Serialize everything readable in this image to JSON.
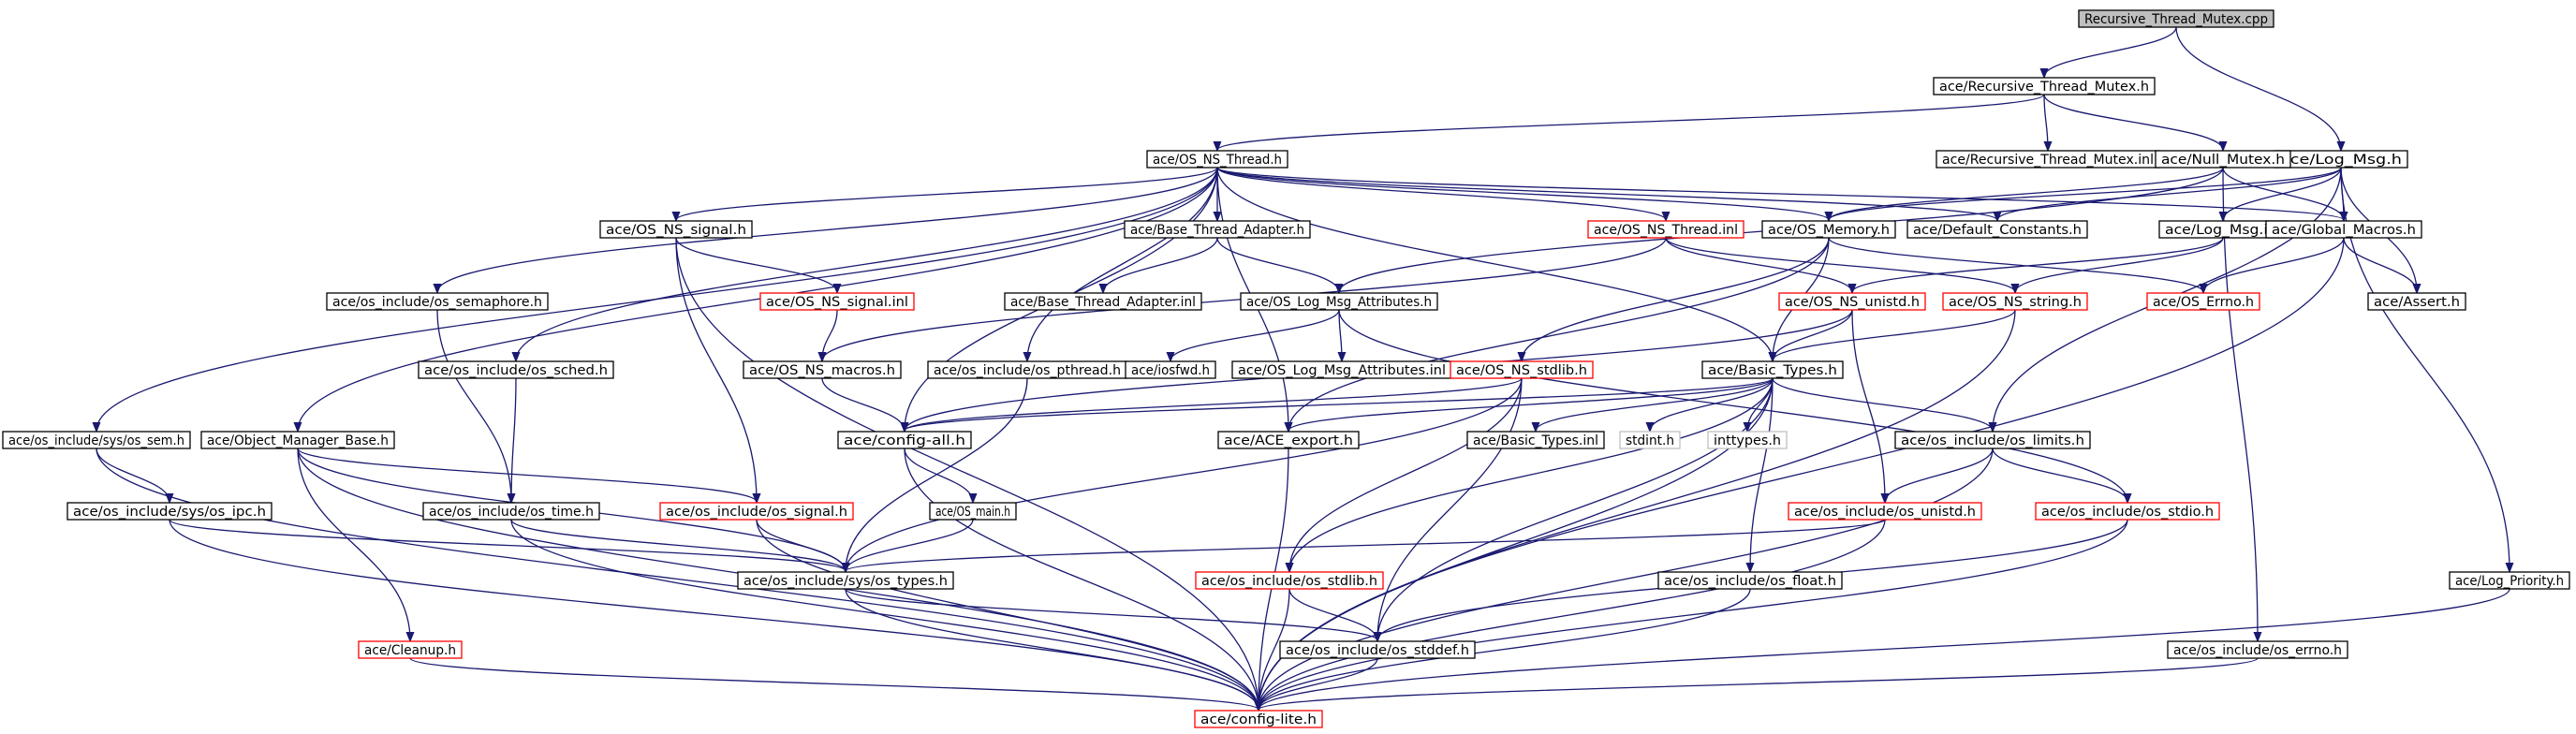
{
  "graph": {
    "title": "Recursive_Thread_Mutex.cpp",
    "colors": {
      "edge": "#191970",
      "node_border": "#000000",
      "missing_border": "#ff0000",
      "external_border": "#bfbfbf",
      "root_fill": "#bfbfbf",
      "node_fill": "#ffffff"
    },
    "nodes": [
      {
        "id": "root",
        "label": "Recursive_Thread_Mutex.cpp",
        "kind": "root"
      },
      {
        "id": "rtm_h",
        "label": "ace/Recursive_Thread_Mutex.h",
        "kind": "normal"
      },
      {
        "id": "log_msg_h",
        "label": "ace/Log_Msg.h",
        "kind": "normal"
      },
      {
        "id": "os_ns_thread_h",
        "label": "ace/OS_NS_Thread.h",
        "kind": "normal"
      },
      {
        "id": "rtm_inl",
        "label": "ace/Recursive_Thread_Mutex.inl",
        "kind": "normal"
      },
      {
        "id": "null_mutex_h",
        "label": "ace/Null_Mutex.h",
        "kind": "normal"
      },
      {
        "id": "os_ns_signal_h",
        "label": "ace/OS_NS_signal.h",
        "kind": "normal"
      },
      {
        "id": "base_thread_adapter_h",
        "label": "ace/Base_Thread_Adapter.h",
        "kind": "normal"
      },
      {
        "id": "os_ns_thread_inl",
        "label": "ace/OS_NS_Thread.inl",
        "kind": "missing"
      },
      {
        "id": "os_memory_h",
        "label": "ace/OS_Memory.h",
        "kind": "normal"
      },
      {
        "id": "default_constants_h",
        "label": "ace/Default_Constants.h",
        "kind": "normal"
      },
      {
        "id": "log_msg_inl",
        "label": "ace/Log_Msg.inl",
        "kind": "normal"
      },
      {
        "id": "global_macros_h",
        "label": "ace/Global_Macros.h",
        "kind": "normal"
      },
      {
        "id": "os_semaphore_h",
        "label": "ace/os_include/os_semaphore.h",
        "kind": "normal"
      },
      {
        "id": "os_ns_signal_inl",
        "label": "ace/OS_NS_signal.inl",
        "kind": "missing"
      },
      {
        "id": "base_thread_adapter_inl",
        "label": "ace/Base_Thread_Adapter.inl",
        "kind": "normal"
      },
      {
        "id": "os_log_msg_attributes_h",
        "label": "ace/OS_Log_Msg_Attributes.h",
        "kind": "normal"
      },
      {
        "id": "os_ns_unistd_h",
        "label": "ace/OS_NS_unistd.h",
        "kind": "missing"
      },
      {
        "id": "os_ns_string_h",
        "label": "ace/OS_NS_string.h",
        "kind": "missing"
      },
      {
        "id": "os_errno_ace_h",
        "label": "ace/OS_Errno.h",
        "kind": "missing"
      },
      {
        "id": "assert_h",
        "label": "ace/Assert.h",
        "kind": "normal"
      },
      {
        "id": "os_sched_h",
        "label": "ace/os_include/os_sched.h",
        "kind": "normal"
      },
      {
        "id": "os_ns_macros_h",
        "label": "ace/OS_NS_macros.h",
        "kind": "normal"
      },
      {
        "id": "os_pthread_h",
        "label": "ace/os_include/os_pthread.h",
        "kind": "normal"
      },
      {
        "id": "iosfwd_h",
        "label": "ace/iosfwd.h",
        "kind": "normal"
      },
      {
        "id": "os_log_msg_attributes_inl",
        "label": "ace/OS_Log_Msg_Attributes.inl",
        "kind": "normal"
      },
      {
        "id": "os_ns_stdlib_h",
        "label": "ace/OS_NS_stdlib.h",
        "kind": "missing"
      },
      {
        "id": "basic_types_h",
        "label": "ace/Basic_Types.h",
        "kind": "normal"
      },
      {
        "id": "sys_os_sem_h",
        "label": "ace/os_include/sys/os_sem.h",
        "kind": "normal"
      },
      {
        "id": "object_manager_base_h",
        "label": "ace/Object_Manager_Base.h",
        "kind": "normal"
      },
      {
        "id": "config_all_h",
        "label": "ace/config-all.h",
        "kind": "normal"
      },
      {
        "id": "ace_export_h",
        "label": "ace/ACE_export.h",
        "kind": "normal"
      },
      {
        "id": "basic_types_inl",
        "label": "ace/Basic_Types.inl",
        "kind": "normal"
      },
      {
        "id": "stdint_h",
        "label": "stdint.h",
        "kind": "external"
      },
      {
        "id": "inttypes_h",
        "label": "inttypes.h",
        "kind": "external"
      },
      {
        "id": "os_limits_h",
        "label": "ace/os_include/os_limits.h",
        "kind": "normal"
      },
      {
        "id": "sys_os_ipc_h",
        "label": "ace/os_include/sys/os_ipc.h",
        "kind": "normal"
      },
      {
        "id": "os_time_h",
        "label": "ace/os_include/os_time.h",
        "kind": "normal"
      },
      {
        "id": "os_signal_h",
        "label": "ace/os_include/os_signal.h",
        "kind": "missing"
      },
      {
        "id": "os_main_h",
        "label": "ace/OS_main.h",
        "kind": "normal"
      },
      {
        "id": "os_unistd_h",
        "label": "ace/os_include/os_unistd.h",
        "kind": "missing"
      },
      {
        "id": "os_stdio_h",
        "label": "ace/os_include/os_stdio.h",
        "kind": "missing"
      },
      {
        "id": "sys_os_types_h",
        "label": "ace/os_include/sys/os_types.h",
        "kind": "normal"
      },
      {
        "id": "os_stdlib_h",
        "label": "ace/os_include/os_stdlib.h",
        "kind": "missing"
      },
      {
        "id": "os_float_h",
        "label": "ace/os_include/os_float.h",
        "kind": "normal"
      },
      {
        "id": "log_priority_h",
        "label": "ace/Log_Priority.h",
        "kind": "normal"
      },
      {
        "id": "cleanup_h",
        "label": "ace/Cleanup.h",
        "kind": "missing"
      },
      {
        "id": "os_stddef_h",
        "label": "ace/os_include/os_stddef.h",
        "kind": "normal"
      },
      {
        "id": "os_errno_h",
        "label": "ace/os_include/os_errno.h",
        "kind": "normal"
      },
      {
        "id": "config_lite_h",
        "label": "ace/config-lite.h",
        "kind": "missing"
      }
    ],
    "edges": [
      [
        "root",
        "rtm_h"
      ],
      [
        "root",
        "log_msg_h"
      ],
      [
        "rtm_h",
        "os_ns_thread_h"
      ],
      [
        "rtm_h",
        "rtm_inl"
      ],
      [
        "rtm_h",
        "null_mutex_h"
      ],
      [
        "null_mutex_h",
        "os_memory_h"
      ],
      [
        "null_mutex_h",
        "global_macros_h"
      ],
      [
        "null_mutex_h",
        "os_log_msg_attributes_h"
      ],
      [
        "null_mutex_h",
        "os_errno_h"
      ],
      [
        "log_msg_h",
        "os_memory_h"
      ],
      [
        "log_msg_h",
        "default_constants_h"
      ],
      [
        "log_msg_h",
        "log_msg_inl"
      ],
      [
        "log_msg_h",
        "global_macros_h"
      ],
      [
        "log_msg_h",
        "assert_h"
      ],
      [
        "log_msg_h",
        "log_priority_h"
      ],
      [
        "log_msg_h",
        "os_limits_h"
      ],
      [
        "os_ns_thread_h",
        "os_ns_signal_h"
      ],
      [
        "os_ns_thread_h",
        "base_thread_adapter_h"
      ],
      [
        "os_ns_thread_h",
        "os_ns_thread_inl"
      ],
      [
        "os_ns_thread_h",
        "os_memory_h"
      ],
      [
        "os_ns_thread_h",
        "default_constants_h"
      ],
      [
        "os_ns_thread_h",
        "global_macros_h"
      ],
      [
        "os_ns_thread_h",
        "os_semaphore_h"
      ],
      [
        "os_ns_thread_h",
        "os_sched_h"
      ],
      [
        "os_ns_thread_h",
        "os_pthread_h"
      ],
      [
        "os_ns_thread_h",
        "sys_os_sem_h"
      ],
      [
        "os_ns_thread_h",
        "object_manager_base_h"
      ],
      [
        "os_ns_thread_h",
        "config_all_h"
      ],
      [
        "os_ns_thread_h",
        "basic_types_h"
      ],
      [
        "os_ns_thread_h",
        "ace_export_h"
      ],
      [
        "os_ns_signal_h",
        "os_ns_signal_inl"
      ],
      [
        "os_ns_signal_h",
        "os_signal_h"
      ],
      [
        "os_ns_signal_h",
        "config_lite_h"
      ],
      [
        "os_ns_signal_inl",
        "os_ns_macros_h"
      ],
      [
        "base_thread_adapter_h",
        "base_thread_adapter_inl"
      ],
      [
        "base_thread_adapter_h",
        "os_log_msg_attributes_h"
      ],
      [
        "os_ns_thread_inl",
        "os_ns_macros_h"
      ],
      [
        "os_ns_thread_inl",
        "os_ns_unistd_h"
      ],
      [
        "os_ns_thread_inl",
        "os_ns_string_h"
      ],
      [
        "os_memory_h",
        "os_errno_ace_h"
      ],
      [
        "os_memory_h",
        "basic_types_h"
      ],
      [
        "os_memory_h",
        "os_ns_stdlib_h"
      ],
      [
        "os_memory_h",
        "ace_export_h"
      ],
      [
        "log_msg_inl",
        "os_ns_string_h"
      ],
      [
        "log_msg_inl",
        "os_ns_unistd_h"
      ],
      [
        "global_macros_h",
        "os_errno_ace_h"
      ],
      [
        "global_macros_h",
        "assert_h"
      ],
      [
        "global_macros_h",
        "config_lite_h"
      ],
      [
        "os_semaphore_h",
        "os_time_h"
      ],
      [
        "os_log_msg_attributes_h",
        "iosfwd_h"
      ],
      [
        "os_log_msg_attributes_h",
        "os_log_msg_attributes_inl"
      ],
      [
        "os_log_msg_attributes_h",
        "os_stdio_h"
      ],
      [
        "os_ns_unistd_h",
        "basic_types_h"
      ],
      [
        "os_ns_unistd_h",
        "os_unistd_h"
      ],
      [
        "os_ns_unistd_h",
        "config_all_h"
      ],
      [
        "os_ns_string_h",
        "basic_types_h"
      ],
      [
        "os_ns_string_h",
        "config_lite_h"
      ],
      [
        "os_sched_h",
        "os_time_h"
      ],
      [
        "os_ns_macros_h",
        "config_all_h"
      ],
      [
        "os_pthread_h",
        "sys_os_types_h"
      ],
      [
        "os_ns_stdlib_h",
        "config_all_h"
      ],
      [
        "os_ns_stdlib_h",
        "sys_os_types_h"
      ],
      [
        "os_ns_stdlib_h",
        "os_stdlib_h"
      ],
      [
        "os_ns_stdlib_h",
        "os_stddef_h"
      ],
      [
        "basic_types_h",
        "config_lite_h"
      ],
      [
        "basic_types_h",
        "basic_types_inl"
      ],
      [
        "basic_types_h",
        "stdint_h"
      ],
      [
        "basic_types_h",
        "inttypes_h"
      ],
      [
        "basic_types_h",
        "os_limits_h"
      ],
      [
        "basic_types_h",
        "os_float_h"
      ],
      [
        "basic_types_h",
        "os_stdlib_h"
      ],
      [
        "basic_types_h",
        "os_stddef_h"
      ],
      [
        "basic_types_h",
        "config_all_h"
      ],
      [
        "basic_types_h",
        "ace_export_h"
      ],
      [
        "sys_os_sem_h",
        "sys_os_ipc_h"
      ],
      [
        "sys_os_sem_h",
        "config_lite_h"
      ],
      [
        "object_manager_base_h",
        "os_signal_h"
      ],
      [
        "object_manager_base_h",
        "cleanup_h"
      ],
      [
        "object_manager_base_h",
        "sys_os_types_h"
      ],
      [
        "object_manager_base_h",
        "config_lite_h"
      ],
      [
        "config_all_h",
        "os_main_h"
      ],
      [
        "config_all_h",
        "config_lite_h"
      ],
      [
        "ace_export_h",
        "config_lite_h"
      ],
      [
        "os_limits_h",
        "os_unistd_h"
      ],
      [
        "os_limits_h",
        "os_stdio_h"
      ],
      [
        "os_limits_h",
        "config_lite_h"
      ],
      [
        "sys_os_ipc_h",
        "sys_os_types_h"
      ],
      [
        "sys_os_ipc_h",
        "config_lite_h"
      ],
      [
        "os_time_h",
        "sys_os_types_h"
      ],
      [
        "os_time_h",
        "config_lite_h"
      ],
      [
        "os_signal_h",
        "sys_os_types_h"
      ],
      [
        "os_signal_h",
        "config_lite_h"
      ],
      [
        "os_main_h",
        "sys_os_types_h"
      ],
      [
        "os_unistd_h",
        "sys_os_types_h"
      ],
      [
        "os_unistd_h",
        "config_lite_h"
      ],
      [
        "os_stdio_h",
        "os_stddef_h"
      ],
      [
        "os_stdio_h",
        "config_lite_h"
      ],
      [
        "sys_os_types_h",
        "os_stddef_h"
      ],
      [
        "sys_os_types_h",
        "config_lite_h"
      ],
      [
        "os_stdlib_h",
        "os_stddef_h"
      ],
      [
        "os_stdlib_h",
        "config_lite_h"
      ],
      [
        "os_float_h",
        "config_lite_h"
      ],
      [
        "log_priority_h",
        "config_lite_h"
      ],
      [
        "cleanup_h",
        "config_lite_h"
      ],
      [
        "os_stddef_h",
        "config_lite_h"
      ],
      [
        "os_errno_h",
        "config_lite_h"
      ]
    ]
  }
}
